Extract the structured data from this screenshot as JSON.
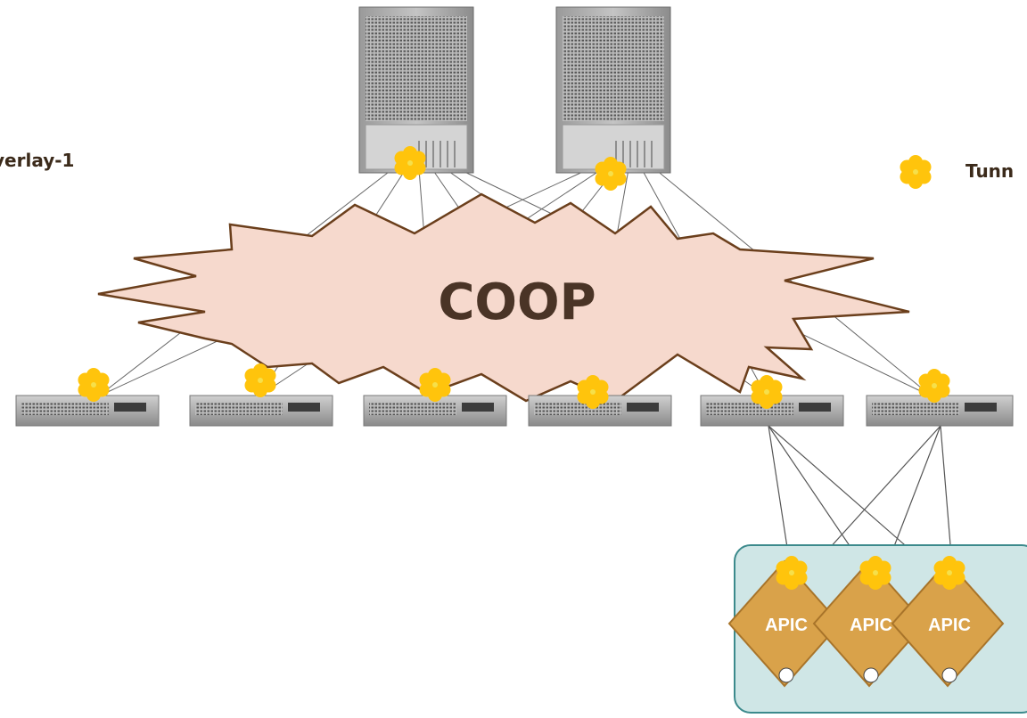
{
  "labels": {
    "overlay": "verlay-1",
    "tunnel": "Tunn",
    "coop": "COOP"
  },
  "controllers": [
    {
      "label": "APIC"
    },
    {
      "label": "APIC"
    },
    {
      "label": "APIC"
    }
  ],
  "colors": {
    "tunnel_endpoint": "#ffc40c",
    "coop_fill": "#f6d9cd",
    "coop_stroke": "#6b3f1c",
    "cluster_fill": "#cfe6e6",
    "cluster_stroke": "#3c8a8c",
    "apic_fill": "#d9a24a",
    "link": "#555555"
  },
  "icons": [
    "spine-chassis",
    "leaf-switch",
    "tunnel-endpoint-icon",
    "apic-controller"
  ]
}
